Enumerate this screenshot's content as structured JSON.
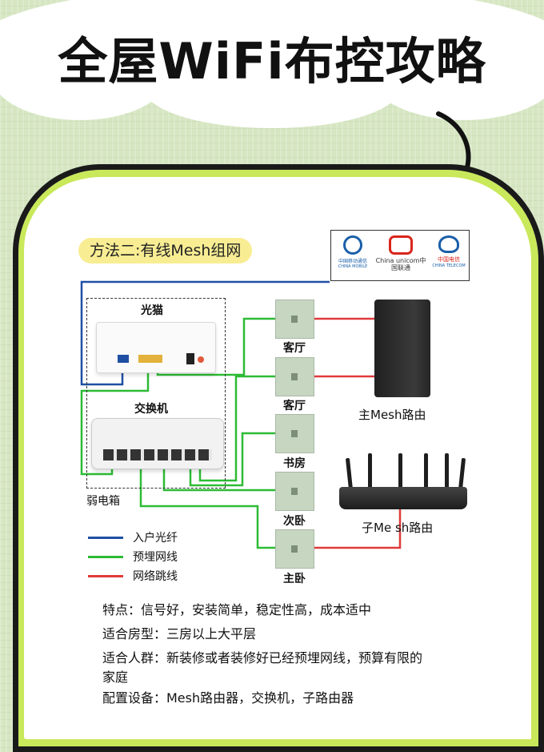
{
  "title": "全屋WiFi布控攻略",
  "method_label": "方法二:有线Mesh组网",
  "isp_logos": [
    {
      "name": "china-mobile",
      "text": "中国移动通信",
      "sub": "CHINA MOBILE",
      "color": "#1a5fa8"
    },
    {
      "name": "china-unicom",
      "text": "China unicom中国联通",
      "sub": "",
      "color": "#d9261c"
    },
    {
      "name": "china-telecom",
      "text": "中国电信",
      "sub": "CHINA TELECOM",
      "color": "#1a5fa8"
    }
  ],
  "devices": {
    "modem_label": "光猫",
    "switch_label": "交换机",
    "weak_box_label": "弱电箱",
    "main_router_label": "主Mesh路由",
    "sub_router_label": "子Me sh路由"
  },
  "rooms": [
    "客厅",
    "客厅",
    "书房",
    "次卧",
    "主卧"
  ],
  "legend": [
    {
      "label": "入户光纤",
      "color": "#1f4fa3"
    },
    {
      "label": "预埋网线",
      "color": "#2dbb35"
    },
    {
      "label": "网络跳线",
      "color": "#e03a3a"
    }
  ],
  "info": {
    "features": "特点：信号好，安装简单，稳定性高，成本适中",
    "suitable_house": "适合房型：三房以上大平层",
    "suitable_people_line1": "适合人群：新装修或者装修好已经预埋网线，预算有限的",
    "suitable_people_line2": "家庭",
    "config": "配置设备：Mesh路由器，交换机，子路由器"
  }
}
